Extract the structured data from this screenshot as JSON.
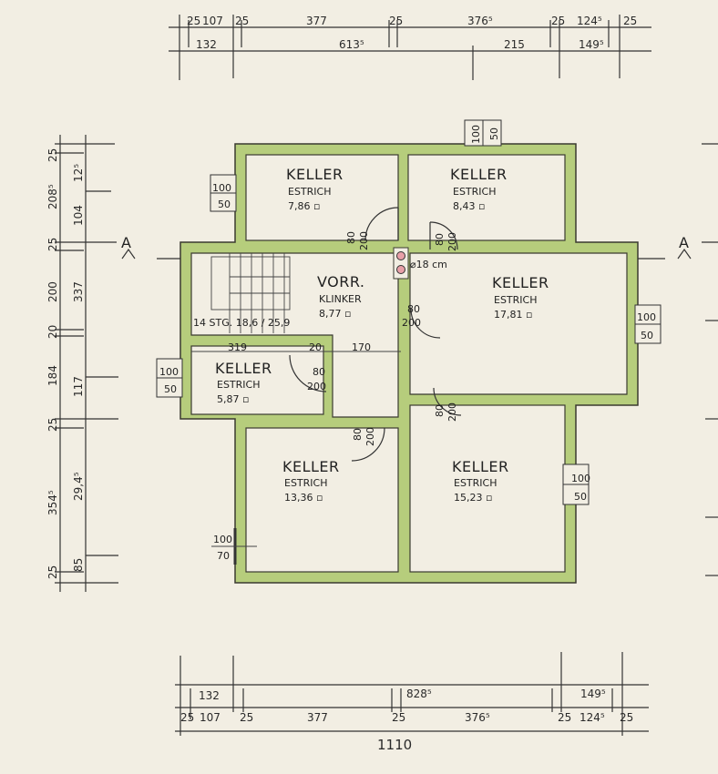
{
  "colors": {
    "wall": "#b6cd7c",
    "wall_outline": "#3a3a30",
    "paper": "#f2eee3",
    "chimney": "#e8a0a8"
  },
  "dims_top": {
    "row1": [
      "25",
      "107",
      "25",
      "377",
      "25",
      "376⁵",
      "25",
      "124⁵",
      "25"
    ],
    "row2": [
      "132",
      "613⁵",
      "215",
      "149⁵"
    ]
  },
  "dims_left": {
    "outer": [
      "25",
      "208⁵",
      "25",
      "200",
      "20",
      "184",
      "25",
      "354⁵",
      "25"
    ],
    "inner": [
      "12⁵",
      "104",
      "337",
      "117",
      "29,4⁵",
      "85"
    ]
  },
  "dims_bottom": {
    "row1": [
      "132",
      "828⁵",
      "149⁵"
    ],
    "row2": [
      "25",
      "107",
      "25",
      "377",
      "25",
      "376⁵",
      "25",
      "124⁵",
      "25"
    ],
    "total": "1110"
  },
  "section_marker": "A",
  "rooms": [
    {
      "name": "KELLER",
      "floor": "ESTRICH",
      "area": "7,86 ▫"
    },
    {
      "name": "KELLER",
      "floor": "ESTRICH",
      "area": "8,43 ▫"
    },
    {
      "name": "VORR.",
      "floor": "KLINKER",
      "area": "8,77 ▫"
    },
    {
      "name": "KELLER",
      "floor": "ESTRICH",
      "area": "17,81 ▫"
    },
    {
      "name": "KELLER",
      "floor": "ESTRICH",
      "area": "5,87 ▫"
    },
    {
      "name": "KELLER",
      "floor": "ESTRICH",
      "area": "13,36 ▫"
    },
    {
      "name": "KELLER",
      "floor": "ESTRICH",
      "area": "15,23 ▫"
    }
  ],
  "stair_label": "14 STG. 18,6 / 25,9",
  "chimney_label": "⌀18 cm",
  "inner_dims": {
    "a": "319",
    "b": "20",
    "c": "170"
  },
  "door": {
    "w": "80",
    "h": "200"
  },
  "window": {
    "w": "100",
    "h": "50"
  },
  "window_low": {
    "w": "100",
    "h": "70"
  }
}
